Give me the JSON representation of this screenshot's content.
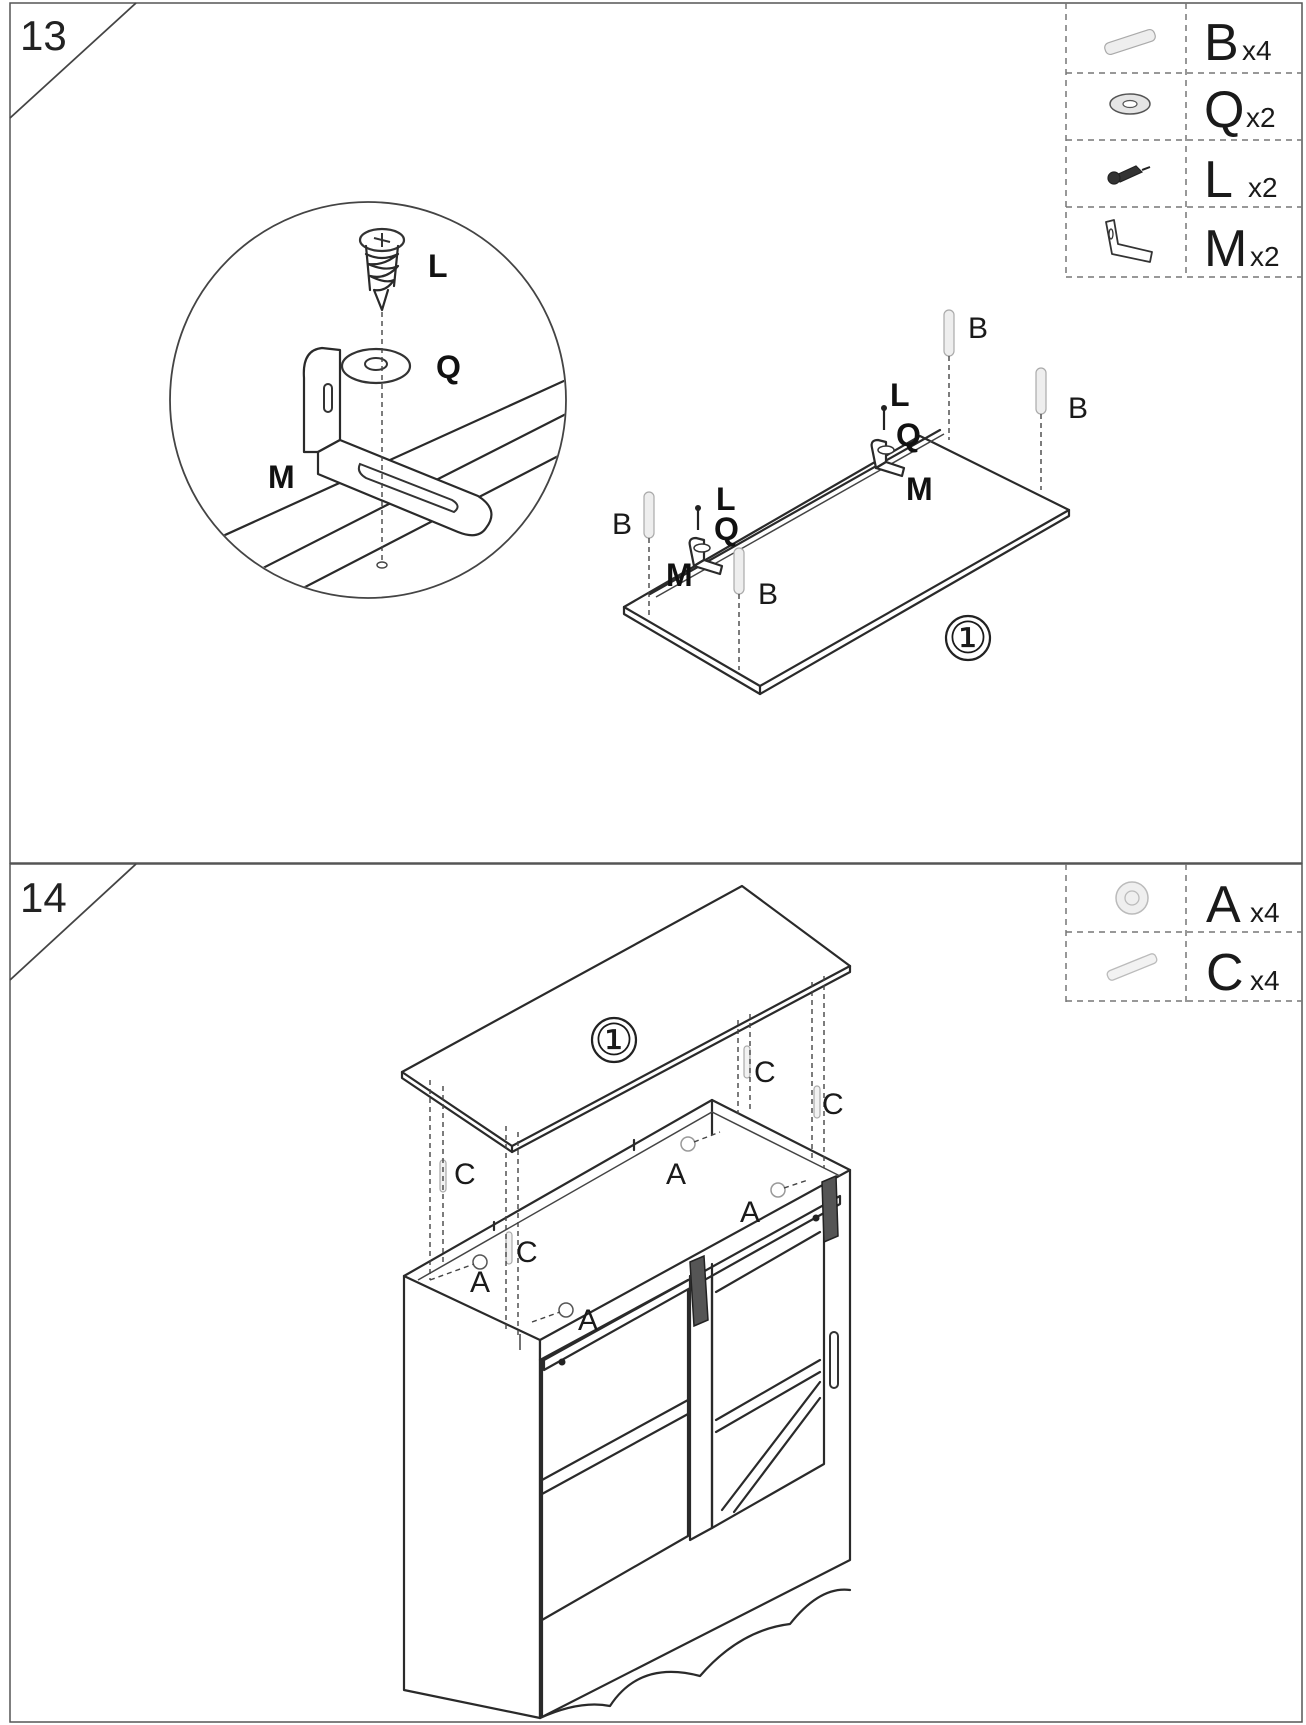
{
  "steps": [
    {
      "number": "13",
      "assembly_ref": "①",
      "parts": [
        {
          "letter": "B",
          "qty": "x4",
          "icon": "wooden-dowel-icon"
        },
        {
          "letter": "Q",
          "qty": "x2",
          "icon": "washer-icon"
        },
        {
          "letter": "L",
          "qty": "x2",
          "icon": "screw-icon"
        },
        {
          "letter": "M",
          "qty": "x2",
          "icon": "l-bracket-icon"
        }
      ],
      "detail_labels": {
        "screw": "L",
        "washer": "Q",
        "bracket": "M"
      },
      "callouts": {
        "b1": "B",
        "b2": "B",
        "b3": "B",
        "b4": "B",
        "l1": "L",
        "q1": "Q",
        "m1": "M",
        "l2": "L",
        "q2": "Q",
        "m2": "M"
      }
    },
    {
      "number": "14",
      "assembly_ref": "①",
      "parts": [
        {
          "letter": "A",
          "qty": "x4",
          "icon": "cam-lock-icon"
        },
        {
          "letter": "C",
          "qty": "x4",
          "icon": "cam-bolt-icon"
        }
      ],
      "callouts": {
        "c1": "C",
        "c2": "C",
        "c3": "C",
        "c4": "C",
        "a1": "A",
        "a2": "A",
        "a3": "A",
        "a4": "A"
      }
    }
  ]
}
